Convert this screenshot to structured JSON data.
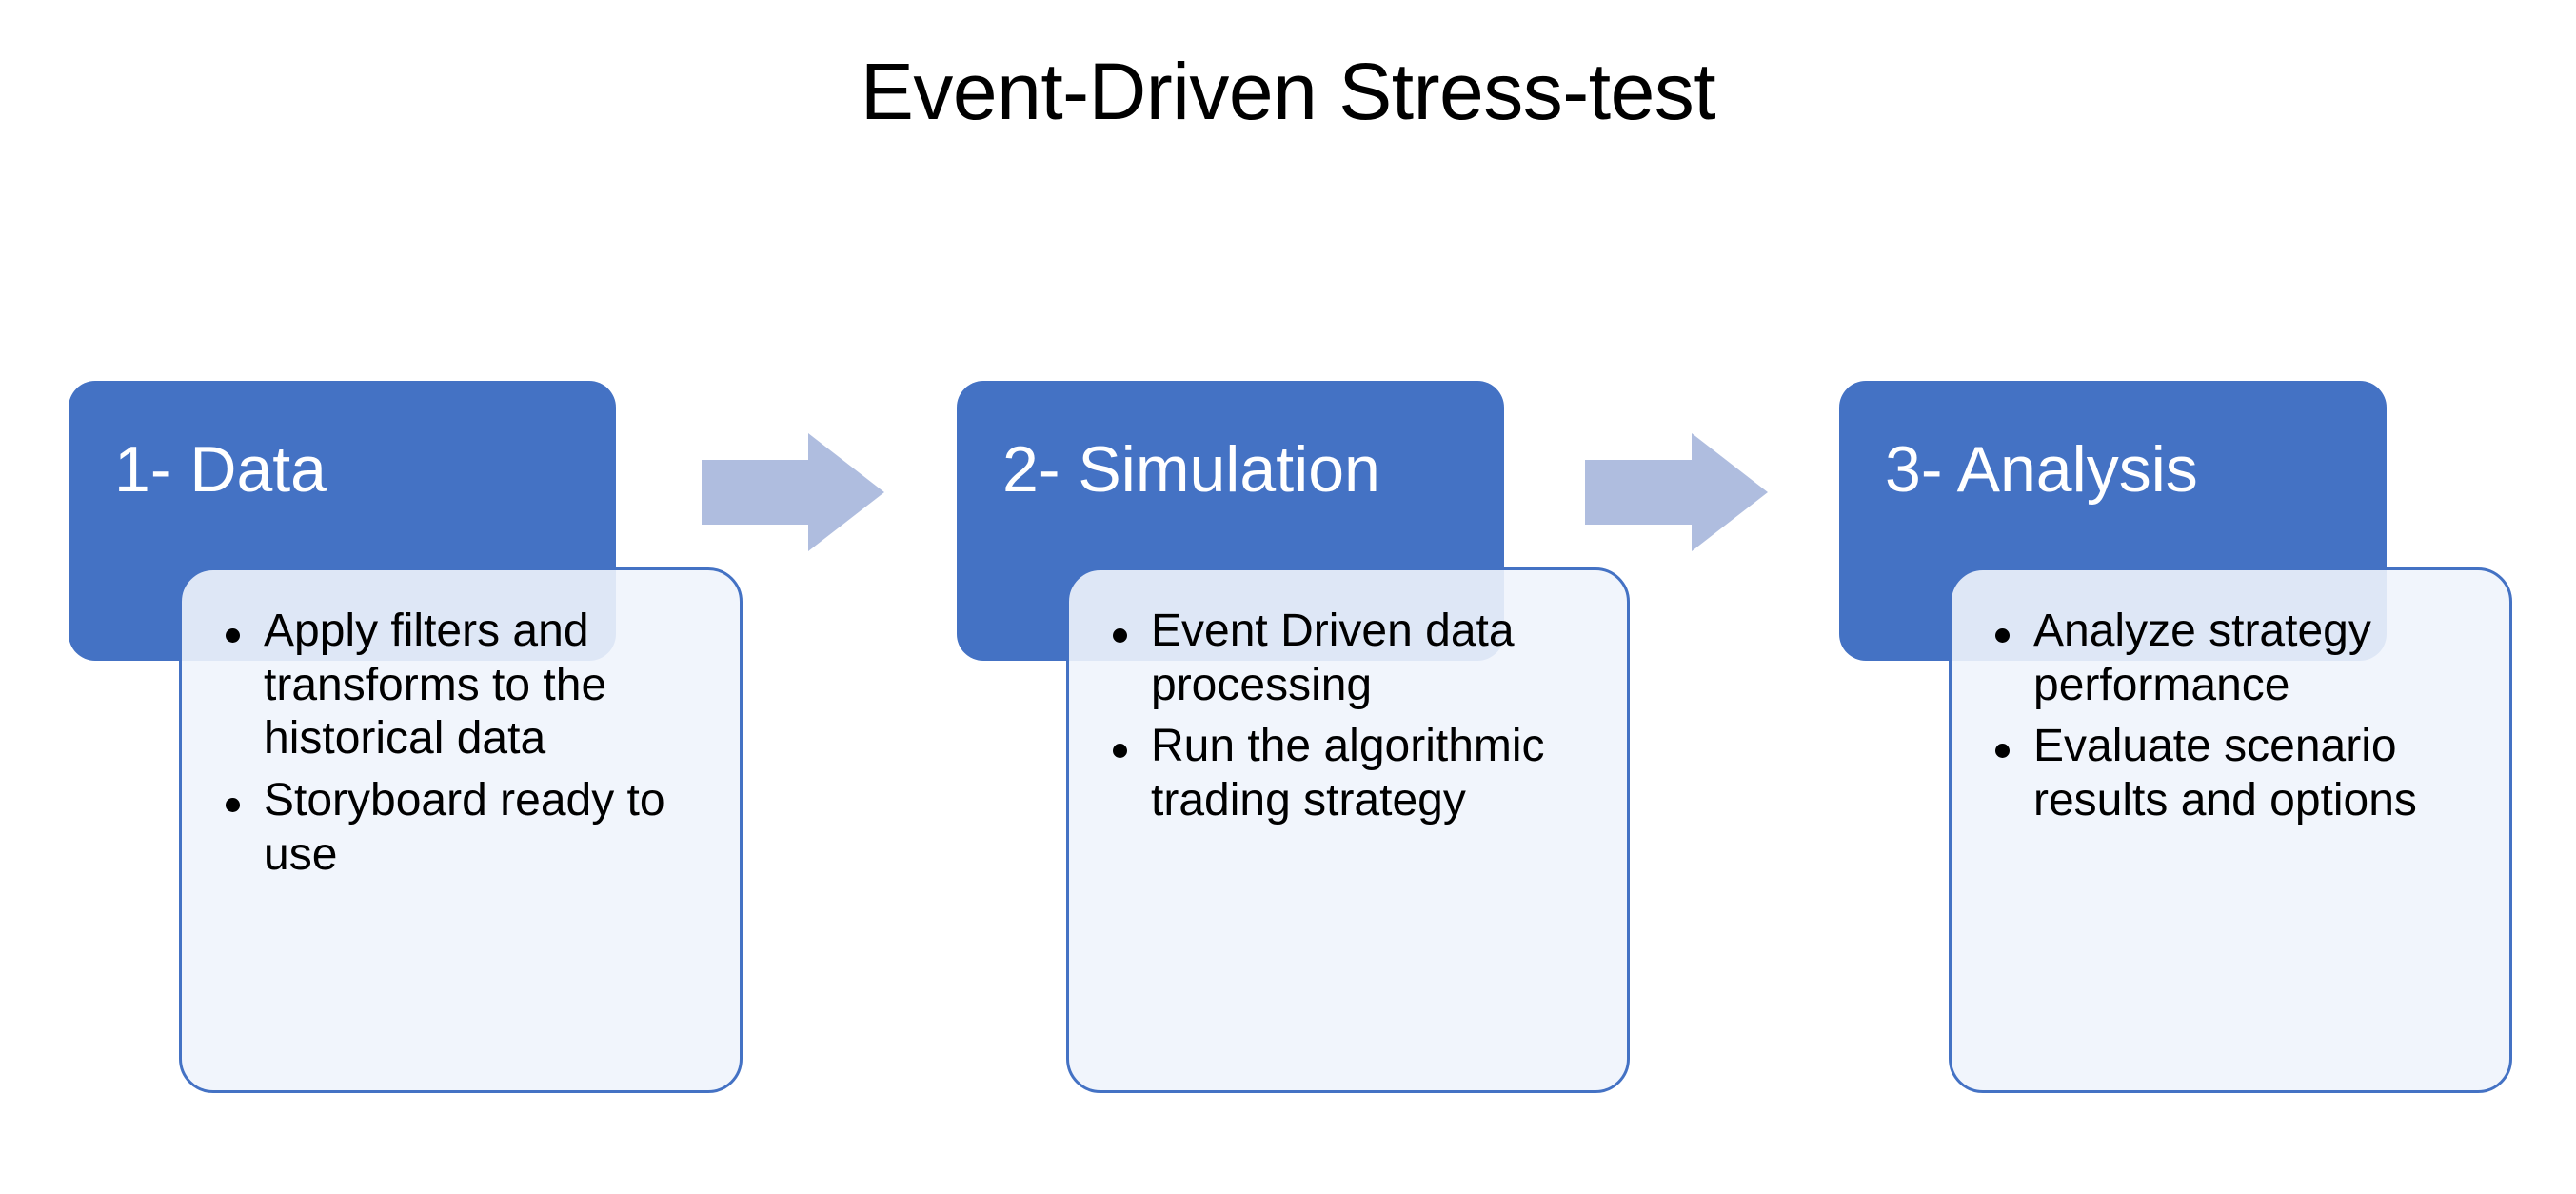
{
  "slide": {
    "title": "Event-Driven Stress-test",
    "background_color": "#FFFFFF"
  },
  "colors": {
    "header_fill": "#4472C4",
    "card_border": "#4472C4",
    "card_fill": "#FFFFFF",
    "card_overlap_tint": "#E9EDF7",
    "arrow_fill": "#AFBDDF",
    "title_text": "#000000",
    "header_text": "#FFFFFF",
    "bullet_text": "#000000"
  },
  "stages": [
    {
      "header": "1- Data",
      "bullets": [
        "Apply filters and transforms to the historical data",
        "Storyboard ready to use"
      ]
    },
    {
      "header": "2- Simulation",
      "bullets": [
        "Event Driven data processing",
        "Run the algorithmic trading strategy"
      ]
    },
    {
      "header": "3- Analysis",
      "bullets": [
        "Analyze strategy performance",
        "Evaluate scenario results and options"
      ]
    }
  ],
  "arrows": [
    {
      "icon": "right-block-arrow-icon",
      "from": "1- Data",
      "to": "2- Simulation"
    },
    {
      "icon": "right-block-arrow-icon",
      "from": "2- Simulation",
      "to": "3- Analysis"
    }
  ]
}
